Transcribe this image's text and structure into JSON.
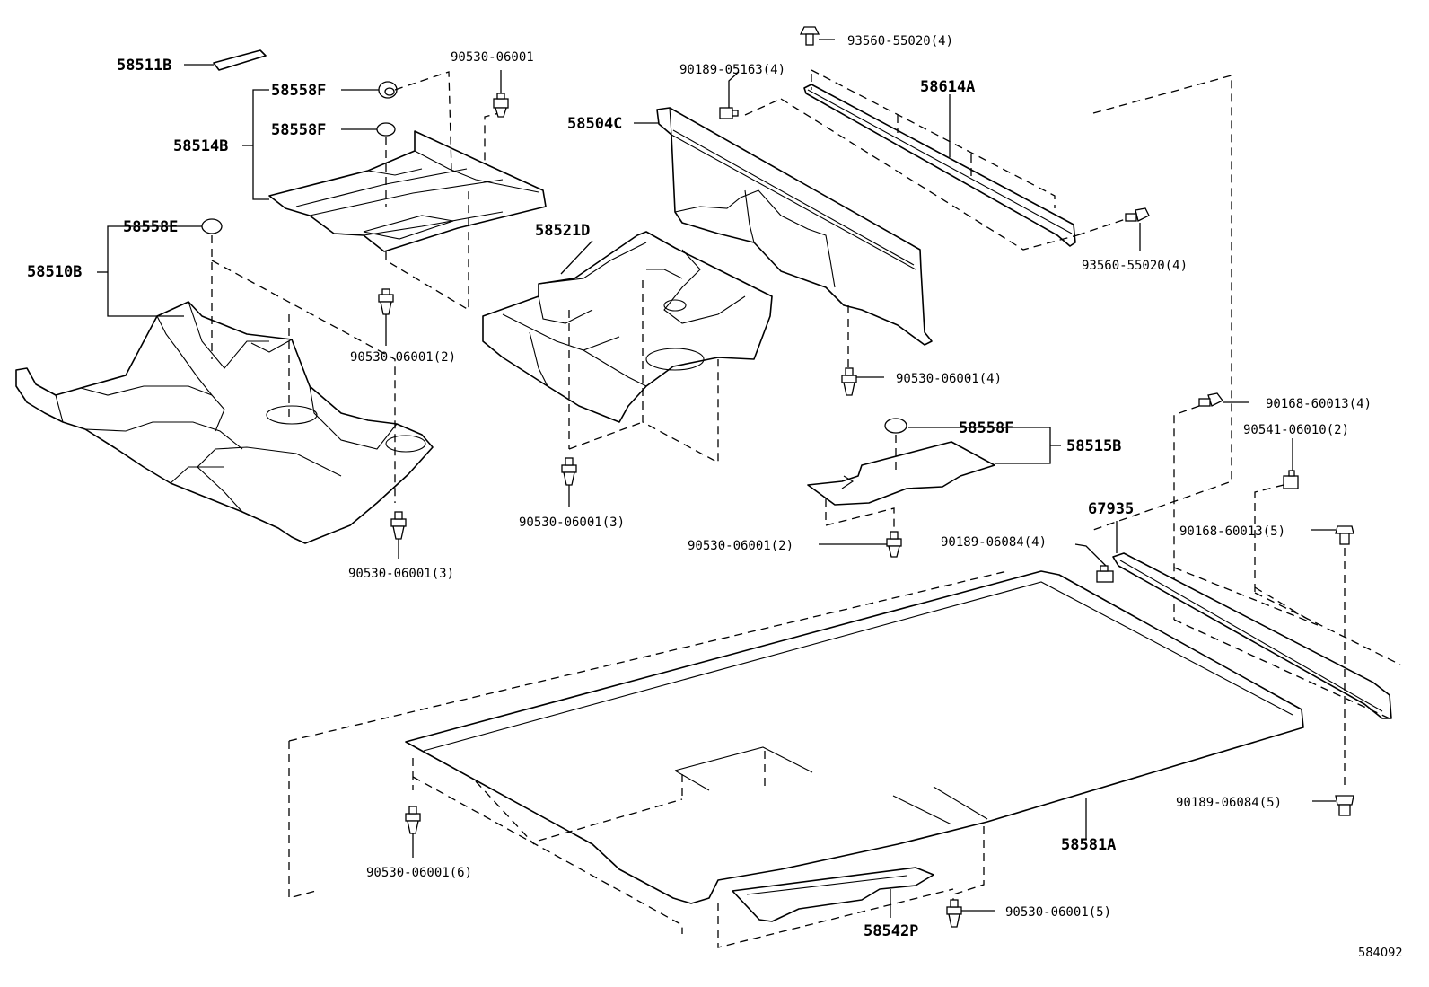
{
  "labels": {
    "p58511B": "58511B",
    "p58558F_top": "58558F",
    "p58558F_2": "58558F",
    "p58514B": "58514B",
    "p58558E": "58558E",
    "p58510B": "58510B",
    "p90530_a": "90530-06001",
    "p90530_b": "90530-06001(2)",
    "p90530_c": "90530-06001(3)",
    "p58521D": "58521D",
    "p90530_d": "90530-06001(3)",
    "p58504C": "58504C",
    "p90189_05163": "90189-05163(4)",
    "p93560_top": "93560-55020(4)",
    "p58614A": "58614A",
    "p93560_right": "93560-55020(4)",
    "p90530_e": "90530-06001(4)",
    "p58558F_3": "58558F",
    "p58515B": "58515B",
    "p90530_f": "90530-06001(2)",
    "p90168_a": "90168-60013(4)",
    "p90541": "90541-06010(2)",
    "p67935": "67935",
    "p90189_06084_a": "90189-06084(4)",
    "p90168_b": "90168-60013(5)",
    "p90189_06084_b": "90189-06084(5)",
    "p58581A": "58581A",
    "p90530_g": "90530-06001(6)",
    "p90530_h": "90530-06001(5)",
    "p58542P": "58542P",
    "diagram_code": "584092"
  }
}
